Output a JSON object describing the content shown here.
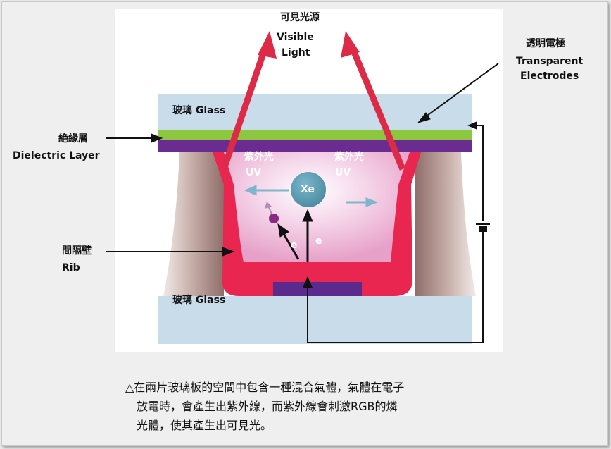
{
  "labels": {
    "visible_light_zh": "可見光源",
    "visible_light_en1": "Visible",
    "visible_light_en2": "Light",
    "electrodes_zh": "透明電極",
    "electrodes_en1": "Transparent",
    "electrodes_en2": "Electrodes",
    "glass_top": "玻璃 Glass",
    "glass_bottom": "玻璃 Glass",
    "dielectric_zh": "絶緣層",
    "dielectric_en": "Dielectric Layer",
    "uv_left_zh": "紫外光",
    "uv_left_en": "UV",
    "uv_right_zh": "紫外光",
    "uv_right_en": "UV",
    "xe": "Xe",
    "electron_1": "e",
    "electron_2": "e",
    "rib_zh": "間隔壁",
    "rib_en": "Rib"
  },
  "caption": {
    "line1": "△在兩片玻璃板的空間中包含一種混合氣體，氣體在電子",
    "line2": "放電時，會產生出紫外線，而紫外線會刺激RGB的燐",
    "line3": "光體，使其產生出可見光。"
  },
  "colors": {
    "glass": "#c9dcea",
    "dielectric_green": "#8dc63f",
    "dielectric_purple": "#6a2c91",
    "phosphor_red": "#e8264f",
    "rib_brown": "#b89f9a",
    "xe_circle": "#5e9db3",
    "arrow_cyan": "#7fb6cc",
    "electrode_purple": "#5b2a8c"
  }
}
